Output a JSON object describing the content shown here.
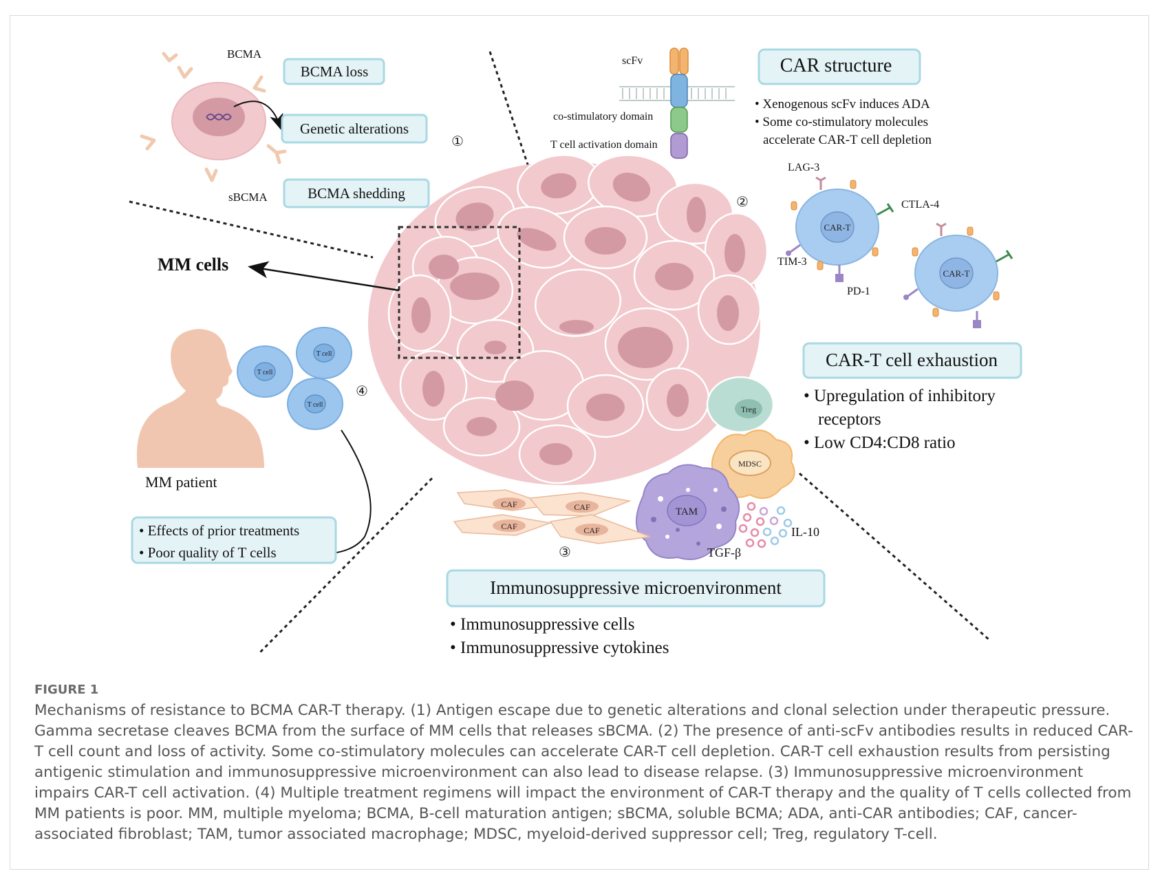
{
  "figure": {
    "label": "FIGURE 1",
    "caption": "Mechanisms of resistance to BCMA CAR-T therapy. (1) Antigen escape due to genetic alterations and clonal selection under therapeutic pressure. Gamma secretase cleaves BCMA from the surface of MM cells that releases sBCMA. (2) The presence of anti-scFv antibodies results in reduced CAR-T cell count and loss of activity. Some co-stimulatory molecules can accelerate CAR-T cell depletion. CAR-T cell exhaustion results from persisting antigenic stimulation and immunosuppressive microenvironment can also lead to disease relapse. (3) Immunosuppressive microenvironment impairs CAR-T cell activation. (4) Multiple treatment regimens will impact the environment of CAR-T therapy and the quality of T cells collected from MM patients is poor. MM, multiple myeloma; BCMA, B-cell maturation antigen; sBCMA, soluble BCMA; ADA, anti-CAR antibodies; CAF, cancer-associated fibroblast; TAM, tumor associated macrophage; MDSC, myeloid-derived suppressor cell; Treg, regulatory T-cell."
  },
  "diagram": {
    "mm_cells": "MM cells",
    "bcma_panel": {
      "bcma_label": "BCMA",
      "sbcma_label": "sBCMA",
      "boxes": [
        "BCMA loss",
        "Genetic alterations",
        "BCMA shedding"
      ],
      "number": "①"
    },
    "car_panel": {
      "scfv": "scFv",
      "costim": "co-stimulatory domain",
      "activation": "T cell activation domain",
      "box": "CAR structure",
      "bullets": [
        "• Xenogenous scFv induces ADA",
        "• Some co-stimulatory molecules",
        "accelerate CAR-T cell depletion"
      ],
      "number": "②"
    },
    "exhaustion_panel": {
      "lag3": "LAG-3",
      "ctla4": "CTLA-4",
      "tim3": "TIM-3",
      "pd1": "PD-1",
      "cart_label": "CAR-T",
      "box": "CAR-T cell exhaustion",
      "bullets": [
        "• Upregulation of inhibitory",
        "receptors",
        "• Low CD4:CD8 ratio"
      ]
    },
    "micro_panel": {
      "caf": "CAF",
      "tam": "TAM",
      "treg": "Treg",
      "mdsc": "MDSC",
      "il10": "IL-10",
      "tgfb": "TGF-β",
      "number": "③",
      "box": "Immunosuppressive microenvironment",
      "bullets": [
        "• Immunosuppressive cells",
        "• Immunosuppressive cytokines"
      ]
    },
    "patient_panel": {
      "patient": "MM patient",
      "tcell": "T cell",
      "number": "④",
      "bullets": [
        "• Effects of prior treatments",
        "• Poor quality of T cells"
      ]
    },
    "colors": {
      "box_fill": "#e4f3f6",
      "box_border": "#a9d8e3",
      "tumor_cell": "#f2c9cc",
      "tumor_nucleus": "#d39aa3",
      "tcell": "#9cc6ee",
      "patient": "#f1c6b0",
      "treg": "#b9ddd3",
      "mdsc": "#f7cf9c",
      "tam": "#b4a6dc",
      "caf": "#fbe3d0"
    }
  }
}
